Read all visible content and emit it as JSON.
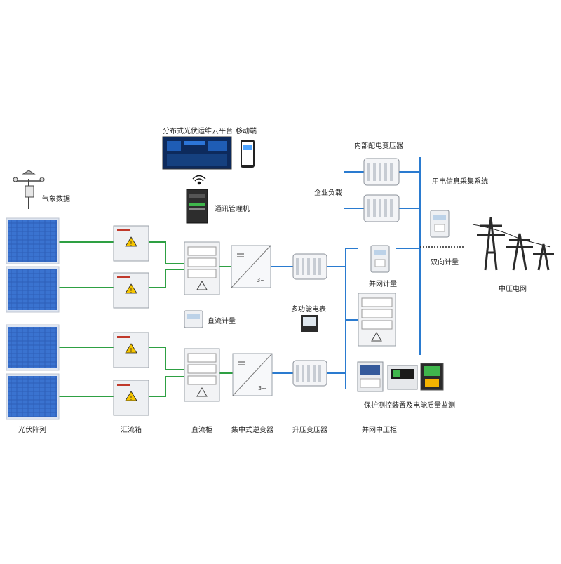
{
  "labels": {
    "cloud_platform": "分布式光伏运维云平台",
    "mobile": "移动端",
    "weather": "气象数据",
    "comm_manager": "通讯管理机",
    "dc_meter": "直流计量",
    "multi_meter": "多功能电表",
    "internal_transformer": "内部配电变压器",
    "enterprise_load": "企业负载",
    "info_collection": "用电信息采集系统",
    "bidirectional_meter": "双向计量",
    "grid_meter": "并网计量",
    "mv_grid": "中压电网",
    "protection": "保护测控装置及电能质量监测"
  },
  "bottom_labels": {
    "pv_array": "光伏阵列",
    "combiner_box": "汇流箱",
    "dc_cabinet": "直流柜",
    "inverter": "集中式逆变器",
    "step_up_transformer": "升压变压器",
    "grid_cabinet": "并网中压柜"
  },
  "inverter_text": "3~",
  "colors": {
    "dc_line": "#2ea043",
    "ac_line": "#2a7bd0",
    "panel": "#2e5fb8",
    "cabinet": "#f2f3f5",
    "warning": "#f5c400"
  }
}
